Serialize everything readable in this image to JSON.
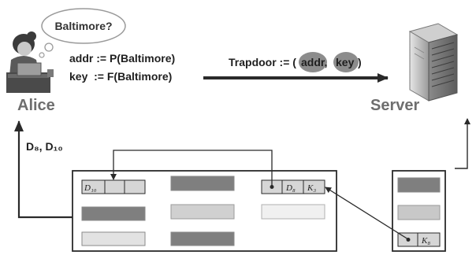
{
  "alice": {
    "thought": "Baltimore?",
    "addr_line": "addr := P(Baltimore)",
    "key_line": "key  := F(Baltimore)",
    "label": "Alice",
    "returned_docs": "D₈, D₁₀"
  },
  "trapdoor": {
    "prefix": "Trapdoor := (",
    "addr": "addr,",
    "key": "key",
    "suffix": ")"
  },
  "server": {
    "label": "Server"
  },
  "array": {
    "first_cell": "D₁₀",
    "linked_cell_d": "D₈",
    "linked_cell_k": "K₃"
  },
  "table": {
    "key_cell": "K₈"
  },
  "colors": {
    "dark_cell": "#7f7f7f",
    "mid_cell": "#b9b9b9",
    "light_cell": "#e2e2e2",
    "ellipse": "#8c8c8c",
    "arrow": "#2a2a2a"
  }
}
